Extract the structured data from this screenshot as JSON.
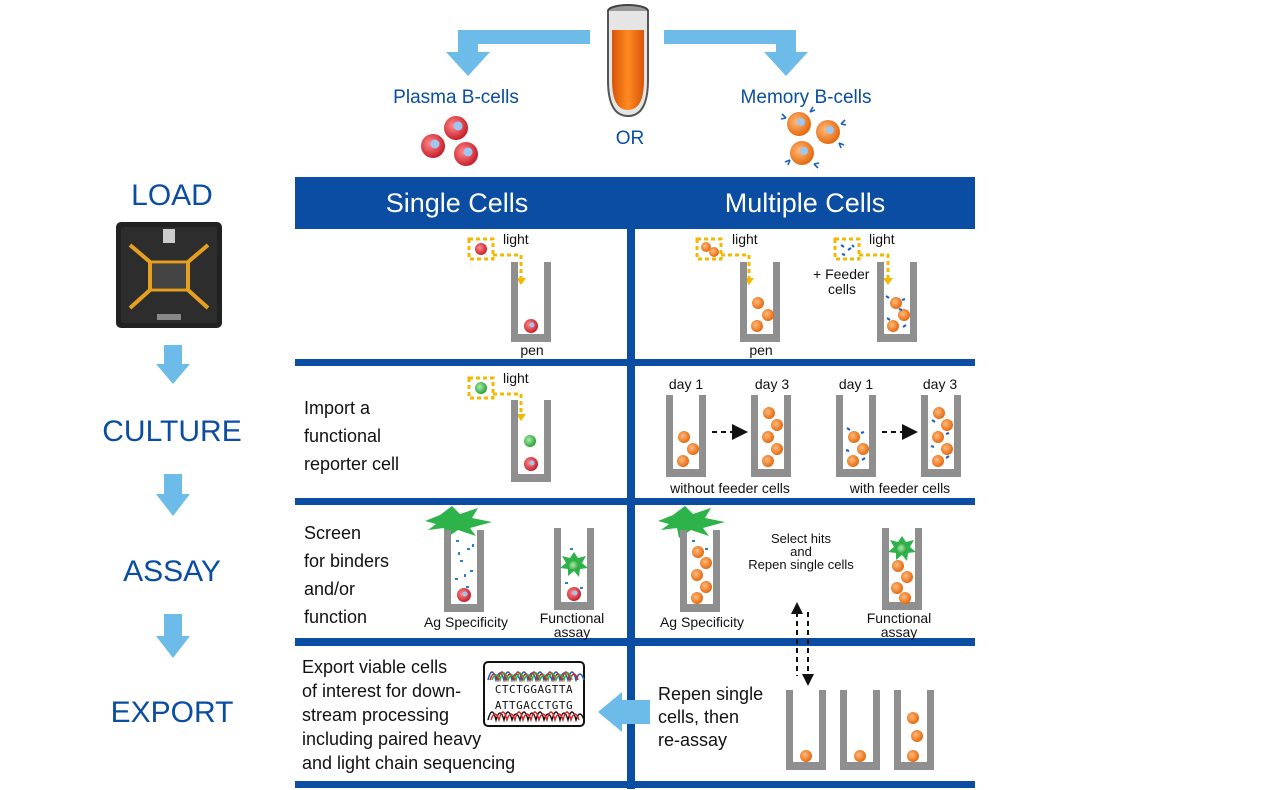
{
  "source": {
    "plasma_label": "Plasma B-cells",
    "memory_label": "Memory B-cells",
    "or_label": "OR"
  },
  "columns": {
    "single_header": "Single Cells",
    "multiple_header": "Multiple Cells"
  },
  "stages": {
    "load": "LOAD",
    "culture": "CULTURE",
    "assay": "ASSAY",
    "export": "EXPORT"
  },
  "load_row": {
    "light": "light",
    "pen": "pen",
    "feeder_line1": "+ Feeder",
    "feeder_line2": "cells"
  },
  "culture_row": {
    "import_line1": "Import a",
    "import_line2": "functional",
    "import_line3": "reporter cell",
    "light": "light",
    "day1": "day 1",
    "day3": "day 3",
    "without_feeder": "without feeder cells",
    "with_feeder": "with feeder cells"
  },
  "assay_row": {
    "screen_line1": "Screen",
    "screen_line2": "for binders",
    "screen_line3": "and/or",
    "screen_line4": "function",
    "ag_specificity": "Ag Specificity",
    "functional_line1": "Functional",
    "functional_line2": "assay",
    "select_line1": "Select hits",
    "select_line2": "and",
    "select_line3": "Repen single cells"
  },
  "export_row": {
    "export_line1": "Export viable cells",
    "export_line2": "of interest for down-",
    "export_line3": "stream processing",
    "export_line4": "including paired heavy",
    "export_line5": "and light chain sequencing",
    "seq_top": "CTCTGGAGTTA",
    "seq_bottom": "ATTGACCTGTG",
    "repen_line1": "Repen single",
    "repen_line2": "cells, then",
    "repen_line3": "re-assay"
  },
  "colors": {
    "navy": "#0a4da2",
    "light_blue_arrow": "#6cbbe8",
    "orange_cell": "#f07a2a",
    "red_cell": "#d9303a",
    "pen_gray": "#8f8f8f",
    "light_yellow": "#f5b800"
  }
}
